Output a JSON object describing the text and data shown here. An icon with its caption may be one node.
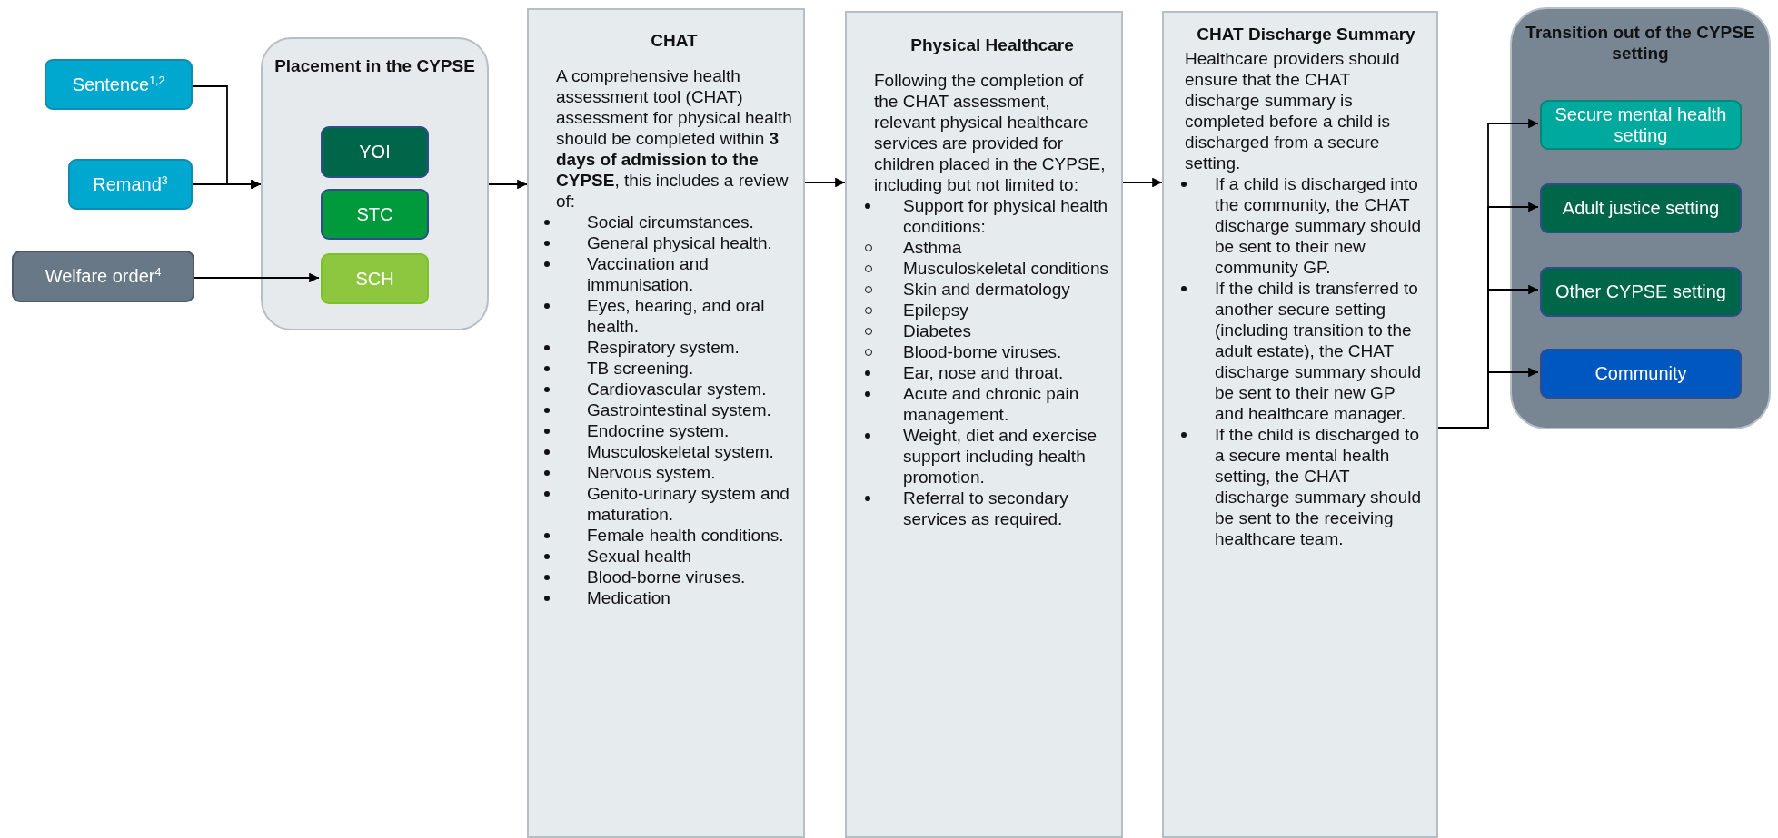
{
  "diagram": {
    "nodes": [
      {
        "text": [
          "Sentence$^{1,2}$"
        ]
      },
      {
        "text": [
          "Remand$^{3}$"
        ]
      },
      {
        "text": [
          "Welfare order$^{4}$"
        ]
      },
      {
        "text": [
          "Placement in the CYPSE"
        ]
      },
      {
        "text": [
          "YOI"
        ],
        "in": 3
      },
      {
        "text": [
          "STC"
        ],
        "in": 3
      },
      {
        "text": [
          "SCH"
        ],
        "in": 3
      },
      {
        "text": [
          "CHAT",
          "A comprehensive health assessment tool (CHAT) assessment for physical health should be completed within **3 days of admission to the CYPSE**, this includes a review of:",
          "Social circumstances.",
          "General physical health.",
          "Vaccination and immunisation.",
          "Eyes, hearing, and oral health.",
          "Respiratory system.",
          "TB screening.",
          "Cardiovascular system.",
          "Gastrointestinal system.",
          "Endocrine system.",
          "Musculoskeletal system.",
          "Nervous system.",
          "Genito-urinary system and maturation.",
          "Female health conditions.",
          "Sexual health",
          "Blood-borne viruses.",
          "Medication"
        ]
      },
      {
        "text": [
          "Physical Healthcare",
          "Following the completion of the CHAT assessment, relevant physical healthcare services are provided for children placed in the CYPSE, including but not limited to:",
          "Support for physical health conditions:",
          "Asthma",
          "Musculoskeletal conditions",
          "Skin and dermatology",
          "Epilepsy",
          "Diabetes",
          "Blood-borne viruses.",
          "Ear, nose and throat.",
          "Acute and chronic pain management.",
          "Weight, diet and exercise support including health promotion.",
          "Referral to secondary services as required."
        ]
      },
      {
        "text": [
          "CHAT Discharge Summary",
          "Healthcare providers should ensure that the CHAT discharge summary is completed before a child is discharged from a secure setting.",
          "If a child is discharged into the community, the CHAT discharge summary should be sent to their new community GP.",
          "If the child is transferred to another secure setting (including transition to the adult estate), the CHAT discharge summary should be sent to their new GP and healthcare manager.",
          "If the child is discharged to a secure mental health setting, the CHAT discharge summary should be sent to the receiving healthcare team."
        ]
      },
      {
        "text": [
          "Transition out of the CYPSE setting"
        ]
      },
      {
        "text": [
          "Secure mental health setting"
        ],
        "in": 10
      },
      {
        "text": [
          "Adult justice setting"
        ],
        "in": 10
      },
      {
        "text": [
          "Other CYPSE setting"
        ],
        "in": 10
      },
      {
        "text": [
          "Community"
        ],
        "in": 10
      }
    ],
    "edges": [
      {
        "from": 0,
        "to": 3,
        "arrow": "to"
      },
      {
        "from": 1,
        "to": 3,
        "arrow": "to"
      },
      {
        "from": 2,
        "to": 6,
        "arrow": "to"
      },
      {
        "from": 3,
        "to": 7,
        "arrow": "to"
      },
      {
        "from": 7,
        "to": 8,
        "arrow": "to"
      },
      {
        "from": 8,
        "to": 9,
        "arrow": "to"
      },
      {
        "from": 9,
        "to": 11,
        "arrow": "to"
      },
      {
        "from": 9,
        "to": 12,
        "arrow": "to"
      },
      {
        "from": 9,
        "to": 13,
        "arrow": "to"
      },
      {
        "from": 9,
        "to": 14,
        "arrow": "to"
      }
    ]
  }
}
